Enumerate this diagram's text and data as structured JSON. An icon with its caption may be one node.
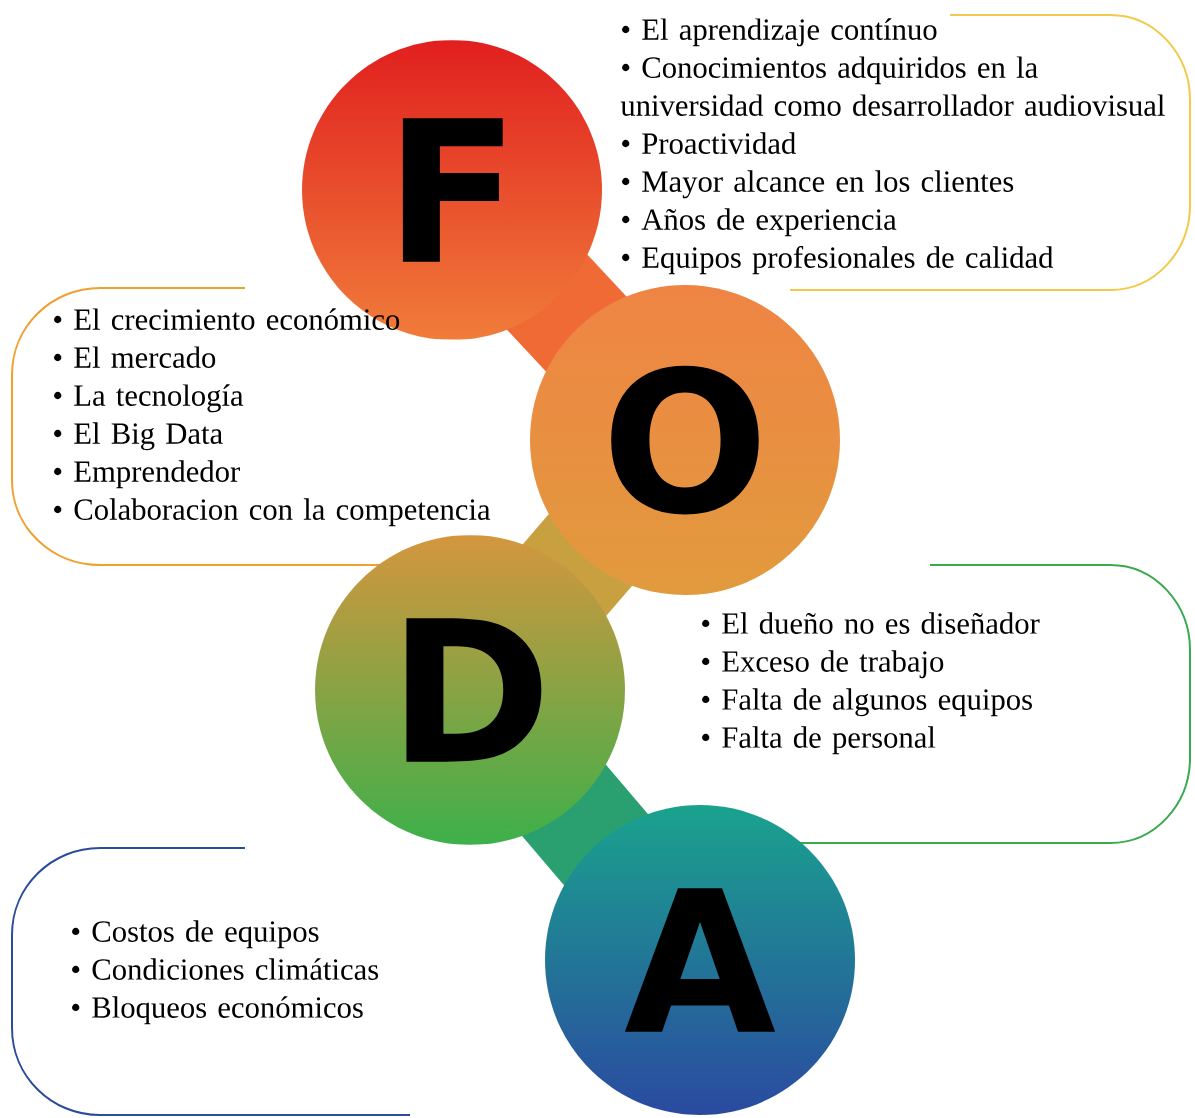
{
  "diagram": {
    "nodes": [
      {
        "text": [
          "F"
        ]
      },
      {
        "text": [
          "• El aprendizaje contínuo",
          "• Conocimientos adquiridos en la universidad como desarrollador audiovisual",
          "• Proactividad",
          "• Mayor alcance en los clientes",
          "• Años de experiencia",
          "• Equipos profesionales de calidad"
        ]
      },
      {
        "text": [
          "O"
        ]
      },
      {
        "text": [
          "• El crecimiento económico",
          "• El mercado",
          "• La tecnología",
          "• El Big Data",
          "• Emprendedor",
          "• Colaboracion con la competencia"
        ]
      },
      {
        "text": [
          "D"
        ]
      },
      {
        "text": [
          "• El dueño no es diseñador",
          "• Exceso de trabajo",
          "• Falta de algunos equipos",
          "• Falta de personal"
        ]
      },
      {
        "text": [
          "A"
        ]
      },
      {
        "text": [
          "• Costos de equipos",
          "• Condiciones climáticas",
          "• Bloqueos económicos"
        ]
      }
    ],
    "edges": []
  }
}
